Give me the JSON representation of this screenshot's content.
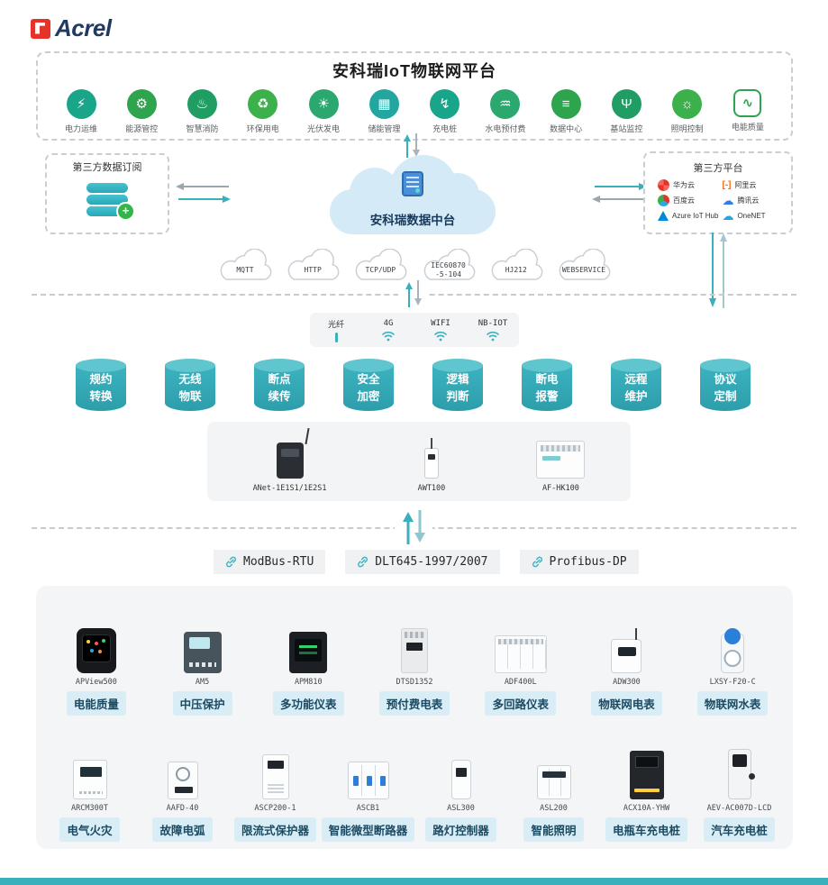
{
  "colors": {
    "accent": "#3ab0bc",
    "green": "#2ea44f",
    "brand_red": "#e63329",
    "brand_navy": "#223a63",
    "pill_bg": "#d9edf7",
    "pill_text": "#1c4a61"
  },
  "brand": {
    "name": "Acrel"
  },
  "platform": {
    "title": "安科瑞IoT物联网平台",
    "apps": [
      {
        "label": "电力运维",
        "glyph": "⚡",
        "color": "#18a58a"
      },
      {
        "label": "能源管控",
        "glyph": "⚙",
        "color": "#2ea44f"
      },
      {
        "label": "智慧消防",
        "glyph": "♨",
        "color": "#1f9d63"
      },
      {
        "label": "环保用电",
        "glyph": "♻",
        "color": "#3cb04b"
      },
      {
        "label": "光伏发电",
        "glyph": "☀",
        "color": "#2aa86e"
      },
      {
        "label": "储能管理",
        "glyph": "▦",
        "color": "#23a6a0"
      },
      {
        "label": "充电桩",
        "glyph": "↯",
        "color": "#18a58a"
      },
      {
        "label": "水电预付费",
        "glyph": "♒",
        "color": "#2aa86e"
      },
      {
        "label": "数据中心",
        "glyph": "≡",
        "color": "#2ea44f"
      },
      {
        "label": "基站监控",
        "glyph": "Ψ",
        "color": "#1f9d63"
      },
      {
        "label": "照明控制",
        "glyph": "☼",
        "color": "#3cb04b"
      },
      {
        "label": "电能质量",
        "glyph": "∿",
        "color": "#2ea44f"
      }
    ]
  },
  "subscription": {
    "title": "第三方数据订阅"
  },
  "datacenter": {
    "label": "安科瑞数据中台"
  },
  "thirdparty": {
    "title": "第三方平台",
    "providers": [
      {
        "name": "华为云"
      },
      {
        "name": "阿里云"
      },
      {
        "name": "百度云"
      },
      {
        "name": "腾讯云"
      },
      {
        "name": "Azure IoT Hub"
      },
      {
        "name": "OneNET"
      }
    ]
  },
  "protocol_clouds": [
    {
      "label": "MQTT"
    },
    {
      "label": "HTTP"
    },
    {
      "label": "TCP/UDP"
    },
    {
      "label": "IEC60870\n-5-104"
    },
    {
      "label": "HJ212"
    },
    {
      "label": "WEBSERVICE"
    }
  ],
  "connectivity": [
    {
      "label": "光纤"
    },
    {
      "label": "4G"
    },
    {
      "label": "WIFI"
    },
    {
      "label": "NB-IOT"
    }
  ],
  "capabilities": [
    {
      "label": "规约\n转换"
    },
    {
      "label": "无线\n物联"
    },
    {
      "label": "断点\n续传"
    },
    {
      "label": "安全\n加密"
    },
    {
      "label": "逻辑\n判断"
    },
    {
      "label": "断电\n报警"
    },
    {
      "label": "远程\n维护"
    },
    {
      "label": "协议\n定制"
    }
  ],
  "gateways": [
    {
      "model": "ANet-1E1S1/1E2S1"
    },
    {
      "model": "AWT100"
    },
    {
      "model": "AF-HK100"
    }
  ],
  "field_protocols": [
    {
      "label": "ModBus-RTU"
    },
    {
      "label": "DLT645-1997/2007"
    },
    {
      "label": "Profibus-DP"
    }
  ],
  "devices": {
    "row1": [
      {
        "model": "APView500",
        "label": "电能质量"
      },
      {
        "model": "AM5",
        "label": "中压保护"
      },
      {
        "model": "APM810",
        "label": "多功能仪表"
      },
      {
        "model": "DTSD1352",
        "label": "预付费电表"
      },
      {
        "model": "ADF400L",
        "label": "多回路仪表"
      },
      {
        "model": "ADW300",
        "label": "物联网电表"
      },
      {
        "model": "LXSY-F20-C",
        "label": "物联网水表"
      }
    ],
    "row2": [
      {
        "model": "ARCM300T",
        "label": "电气火灾"
      },
      {
        "model": "AAFD-40",
        "label": "故障电弧"
      },
      {
        "model": "ASCP200-1",
        "label": "限流式保护器"
      },
      {
        "model": "ASCB1",
        "label": "智能微型断路器"
      },
      {
        "model": "ASL300",
        "label": "路灯控制器"
      },
      {
        "model": "ASL200",
        "label": "智能照明"
      },
      {
        "model": "ACX10A-YHW",
        "label": "电瓶车充电桩"
      },
      {
        "model": "AEV-AC007D-LCD",
        "label": "汽车充电桩"
      }
    ]
  }
}
